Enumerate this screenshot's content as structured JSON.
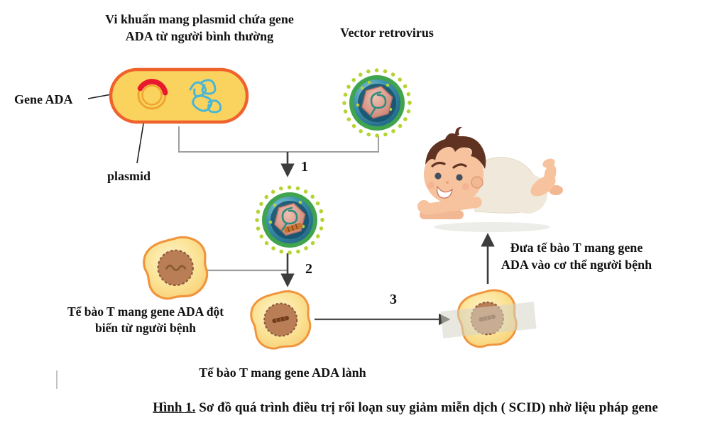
{
  "labels": {
    "bacteria_line1": "Vi khuẩn mang plasmid chứa gene",
    "bacteria_line2": "ADA từ người bình thường",
    "vector": "Vector retrovirus",
    "gene_ada": "Gene ADA",
    "plasmid": "plasmid",
    "tcell_mutant_line1": "Tế bào T mang gene ADA đột",
    "tcell_mutant_line2": "biến từ người bệnh",
    "tcell_healthy": "Tế bào T mang gene ADA lành",
    "deliver_line1": "Đưa tế bào T mang gene",
    "deliver_line2": "ADA vào cơ thể người bệnh"
  },
  "steps": {
    "s1": "1",
    "s2": "2",
    "s3": "3"
  },
  "caption": {
    "prefix": "Hình 1.",
    "rest": " Sơ đồ quá trình điều trị rối loạn suy giảm miễn dịch ( SCID) nhờ liệu pháp gene"
  },
  "colors": {
    "bacterium_fill": "#FAD35F",
    "bacterium_border": "#F0622C",
    "plasmid_ring": "#F0A42E",
    "gene_ada_red": "#E8192C",
    "chromosome_blue": "#49B6D6",
    "virus_spike": "#B5D433",
    "virus_ring": "#3FA44D",
    "virus_envelope": "#2E7F9E",
    "virus_core": "#D9907F",
    "virus_rna": "#2E8C7E",
    "ada_fragment": "#C4742F",
    "tcell_border": "#F0953E",
    "tcell_fill": "#FBE294",
    "nucleus_fill": "#B97E55",
    "nucleus_border": "#8F5A3C",
    "gene_bar": "#713D1E",
    "arrow_dark": "#3C3C3C",
    "line_gray": "#9E9E9E",
    "baby_skin": "#F6C39E",
    "baby_hair": "#5F3222",
    "baby_outfit": "#F0E9DB",
    "text_black": "#111111"
  }
}
